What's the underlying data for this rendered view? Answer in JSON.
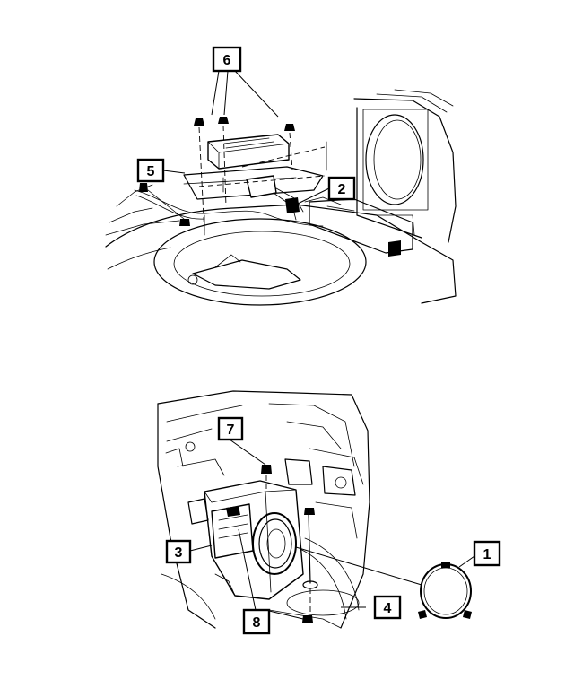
{
  "colors": {
    "ink": "#000000",
    "paper": "#ffffff"
  },
  "callouts": {
    "c1": "1",
    "c2": "2",
    "c3": "3",
    "c4": "4",
    "c5": "5",
    "c6": "6",
    "c7": "7",
    "c8": "8"
  }
}
